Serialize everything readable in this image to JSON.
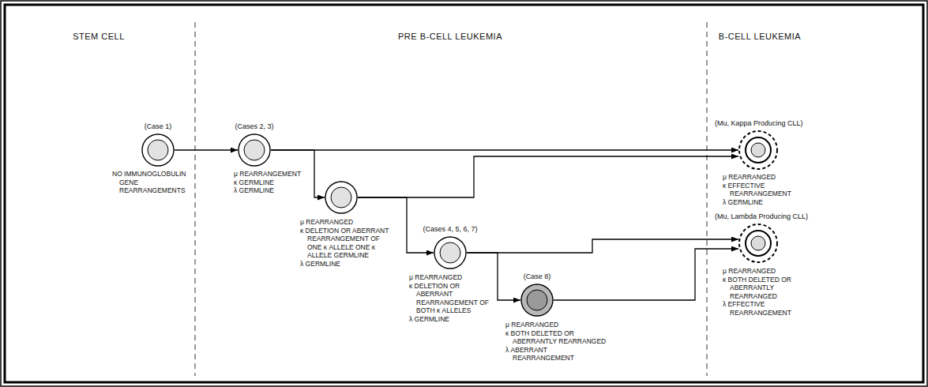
{
  "diagram": {
    "nodes": [
      {
        "text": [
          "(Case 1)",
          "NO IMMUNOGLOBULIN GENE REARRANGEMENTS"
        ]
      },
      {
        "text": [
          "(Cases 2, 3)",
          "μ REARRANGEMENT",
          "κ GERMLINE",
          "λ GERMLINE"
        ]
      },
      {
        "text": [
          "μ REARRANGED",
          "κ DELETION OR ABERRANT REARRANGEMENT OF ONE κ ALLELE ONE κ ALLELE GERMLINE",
          "λ GERMLINE"
        ]
      },
      {
        "text": [
          "(Cases 4, 5, 6, 7)",
          "μ REARRANGED",
          "κ DELETION OR ABERRANT REARRANGEMENT OF BOTH κ ALLELES",
          "λ GERMLINE"
        ]
      },
      {
        "text": [
          "(Case 8)",
          "μ REARRANGED",
          "κ BOTH DELETED OR ABERRANTLY REARRANGED",
          "λ ABERRANT REARRANGEMENT"
        ]
      },
      {
        "text": [
          "(Mu, Kappa Producing CLL)",
          "μ REARRANGED",
          "κ EFFECTIVE REARRANGEMENT",
          "λ GERMLINE"
        ]
      },
      {
        "text": [
          "(Mu, Lambda Producing CLL)",
          "μ REARRANGED",
          "κ BOTH DELETED OR ABERRANTLY REARRANGED",
          "λ EFFECTIVE REARRANGEMENT"
        ]
      }
    ],
    "edges": [
      {
        "from": 0,
        "to": 1,
        "arrow": "to"
      },
      {
        "from": 1,
        "to": 5,
        "arrow": "to"
      },
      {
        "from": 1,
        "to": 2,
        "arrow": "to"
      },
      {
        "from": 2,
        "to": 5,
        "arrow": "to"
      },
      {
        "from": 2,
        "to": 3,
        "arrow": "to"
      },
      {
        "from": 3,
        "to": 6,
        "arrow": "to"
      },
      {
        "from": 3,
        "to": 4,
        "arrow": "to"
      },
      {
        "from": 4,
        "to": 6,
        "arrow": "to"
      }
    ],
    "labels": [
      "STEM CELL",
      "PRE B-CELL LEUKEMIA",
      "B-CELL LEUKEMIA"
    ]
  }
}
